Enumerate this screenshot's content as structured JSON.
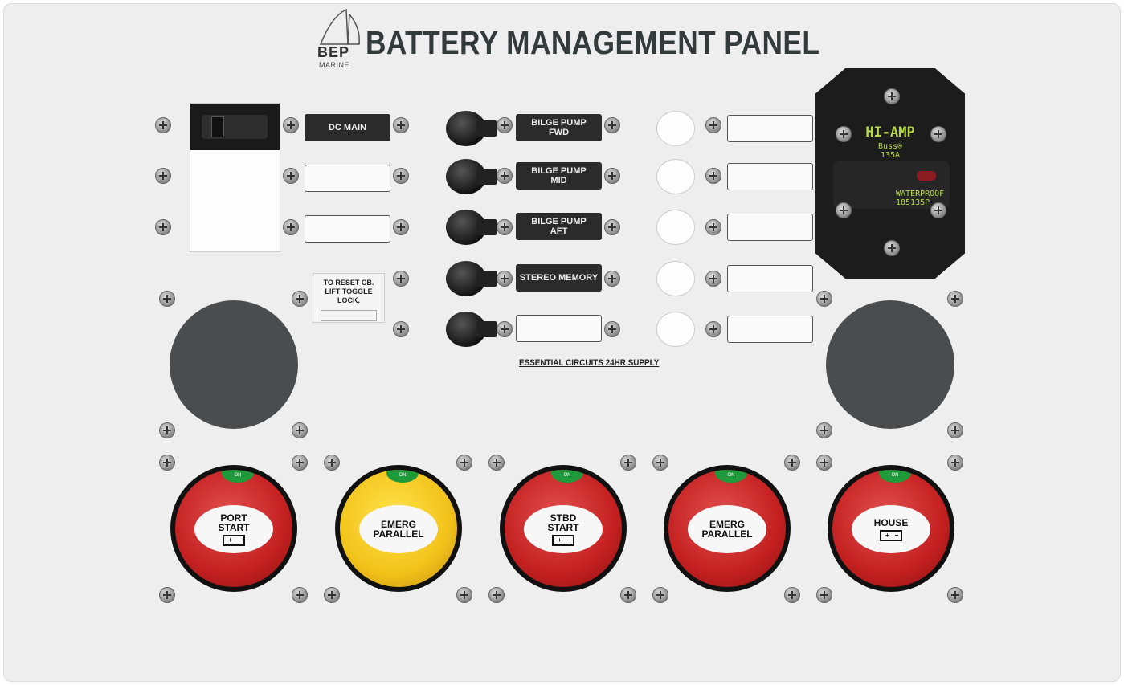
{
  "logo": {
    "brand": "BEP",
    "sub": "MARINE"
  },
  "title": "BATTERY MANAGEMENT PANEL",
  "main_breaker": {
    "label": "DC MAIN"
  },
  "circuits": [
    {
      "label_line1": "BILGE PUMP",
      "label_line2": "FWD"
    },
    {
      "label_line1": "BILGE PUMP",
      "label_line2": "MID"
    },
    {
      "label_line1": "BILGE PUMP",
      "label_line2": "AFT"
    },
    {
      "label_line1": "STEREO MEMORY",
      "label_line2": ""
    },
    {
      "label_line1": "",
      "label_line2": ""
    }
  ],
  "reset_note": {
    "line1": "TO RESET CB.",
    "line2": "LIFT TOGGLE LOCK."
  },
  "essential_caption": "ESSENTIAL CIRCUITS 24HR SUPPLY",
  "hi_amp_breaker": {
    "title": "HI-AMP",
    "brand": "Buss®",
    "rating": "135A",
    "feature": "WATERPROOF",
    "part": "185135P"
  },
  "switches": [
    {
      "line1": "PORT",
      "line2": "START",
      "battery_icon": true,
      "color": "#c42020"
    },
    {
      "line1": "EMERG",
      "line2": "PARALLEL",
      "battery_icon": false,
      "color": "#f2c21a"
    },
    {
      "line1": "STBD",
      "line2": "START",
      "battery_icon": true,
      "color": "#c42020"
    },
    {
      "line1": "EMERG",
      "line2": "PARALLEL",
      "battery_icon": false,
      "color": "#c42020"
    },
    {
      "line1": "HOUSE",
      "line2": "",
      "battery_icon": true,
      "color": "#c42020"
    }
  ],
  "switch_on_text": "ON"
}
